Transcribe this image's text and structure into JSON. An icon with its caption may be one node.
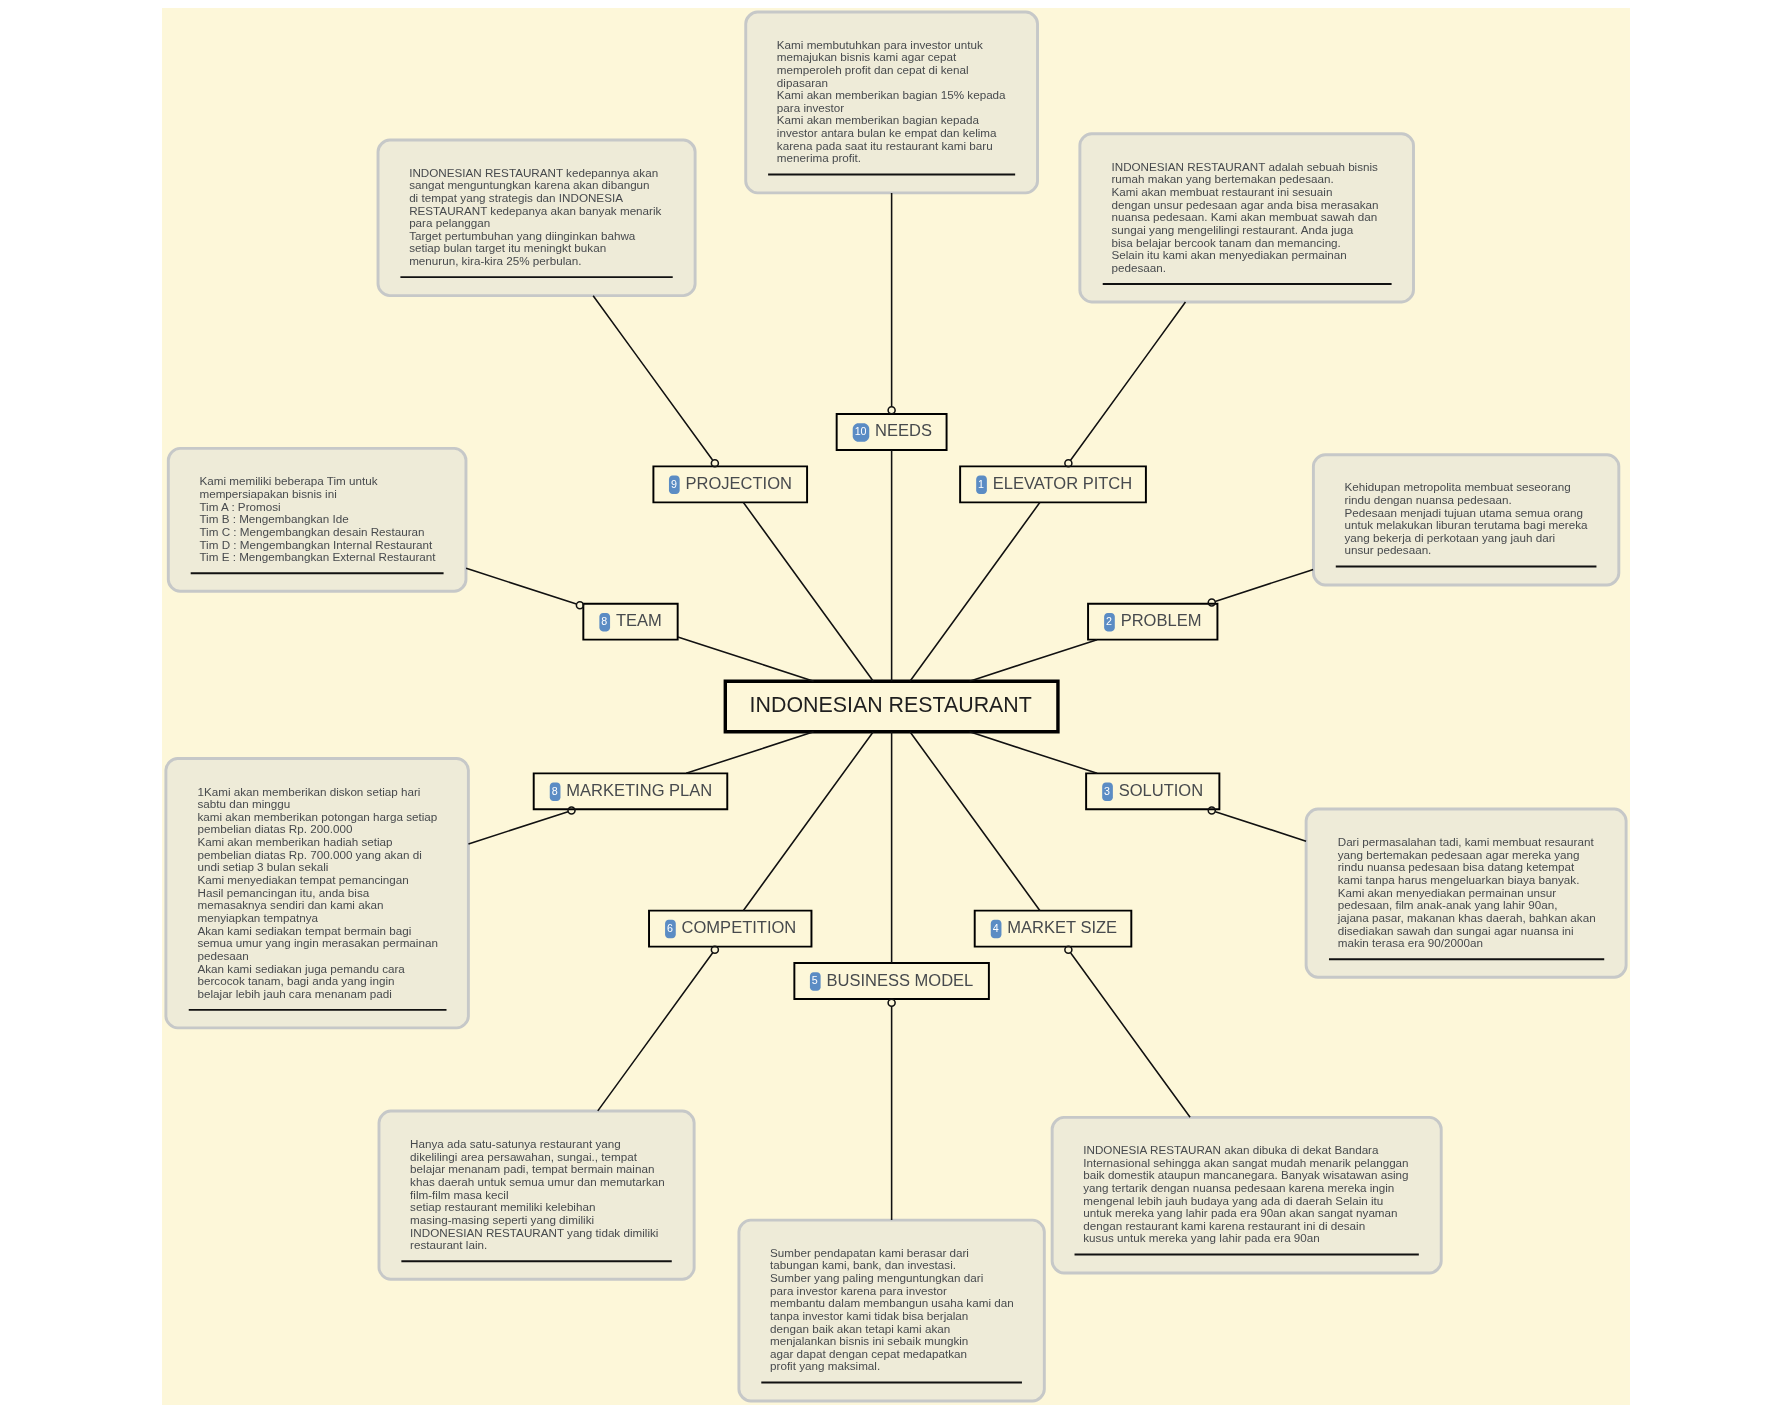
{
  "diagram": {
    "nodes": [
      {
        "text": [
          "INDONESIAN RESTAURANT"
        ]
      },
      {
        "text": [
          "1",
          "ELEVATOR PITCH"
        ]
      },
      {
        "text": [
          "INDONESIAN RESTAURANT adalah sebuah bisnis rumah makan yang bertemakan pedesaan.",
          "Kami akan membuat restaurant ini sesuain dengan unsur pedesaan agar anda bisa merasakan nuansa pedesaan. Kami akan membuat sawah dan sungai yang mengelilingi restaurant. Anda juga bisa belajar bercook tanam dan memancing. Selain itu kami akan menyediakan permainan pedesaan."
        ]
      },
      {
        "text": [
          "2",
          "PROBLEM"
        ]
      },
      {
        "text": [
          "Kehidupan metropolita membuat seseorang rindu dengan nuansa pedesaan.",
          "Pedesaan menjadi tujuan utama semua orang untuk melakukan liburan terutama bagi mereka yang bekerja di perkotaan yang jauh dari unsur pedesaan."
        ]
      },
      {
        "text": [
          "3",
          "SOLUTION"
        ]
      },
      {
        "text": [
          "Dari permasalahan tadi, kami membuat resaurant yang bertemakan pedesaan agar mereka yang rindu nuansa pedesaan bisa datang ketempat kami tanpa harus mengeluarkan biaya banyak.",
          "Kami akan menyediakan permainan unsur pedesaan, film anak-anak yang lahir 90an, jajana pasar, makanan khas daerah, bahkan akan disediakan sawah dan sungai agar nuansa ini makin terasa era 90/2000an"
        ]
      },
      {
        "text": [
          "4",
          "MARKET SIZE"
        ]
      },
      {
        "text": [
          "INDONESIA RESTAURAN akan dibuka di dekat Bandara Internasional sehingga akan sangat mudah menarik pelanggan baik domestik ataupun mancanegara. Banyak wisatawan asing yang tertarik dengan nuansa pedesaan karena mereka ingin mengenal lebih jauh budaya yang ada di daerah Selain itu untuk mereka yang lahir pada era 90an akan sangat nyaman dengan restaurant kami karena restaurant ini di desain kusus untuk mereka yang lahir pada era 90an"
        ]
      },
      {
        "text": [
          "5",
          "BUSINESS MODEL"
        ]
      },
      {
        "text": [
          "Sumber pendapatan kami berasar dari tabungan kami, bank, dan investasi.",
          "Sumber yang paling menguntungkan dari para investor karena para investor membantu dalam membangun usaha kami dan tanpa investor kami tidak bisa berjalan dengan baik akan tetapi kami akan menjalankan bisnis ini sebaik mungkin agar dapat dengan cepat medapatkan profit yang maksimal."
        ]
      },
      {
        "text": [
          "6",
          "COMPETITION"
        ]
      },
      {
        "text": [
          "Hanya ada satu-satunya restaurant yang dikelilingi area persawahan, sungai., tempat belajar menanam padi, tempat bermain mainan khas daerah untuk semua umur dan memutarkan film-film masa kecil",
          "setiap restaurant memiliki kelebihan masing-masing seperti yang dimiliki INDONESIAN RESTAURANT yang tidak dimiliki restaurant lain."
        ]
      },
      {
        "text": [
          "8",
          "MARKETING PLAN"
        ]
      },
      {
        "text": [
          "1Kami akan memberikan diskon setiap hari sabtu dan minggu",
          "kami akan memberikan potongan harga setiap pembelian diatas Rp. 200.000",
          "Kami akan memberikan hadiah setiap pembelian diatas Rp. 700.000 yang akan di undi setiap 3 bulan sekali",
          "Kami menyediakan tempat pemancingan",
          "Hasil pemancingan itu, anda bisa memasaknya sendiri dan kami akan menyiapkan tempatnya",
          "Akan kami sediakan tempat bermain bagi semua umur yang ingin merasakan permainan pedesaan",
          "Akan kami sediakan juga pemandu cara bercocok tanam, bagi anda yang ingin belajar lebih jauh cara menanam padi"
        ]
      },
      {
        "text": [
          "8",
          "TEAM"
        ]
      },
      {
        "text": [
          "Kami memiliki beberapa Tim untuk mempersiapakan bisnis ini",
          "Tim A : Promosi",
          "Tim B : Mengembangkan Ide",
          "Tim C : Mengembangkan desain Restauran",
          "Tim D : Mengembangkan Internal Restaurant",
          "Tim E : Mengembangkan External Restaurant"
        ]
      },
      {
        "text": [
          "9",
          "PROJECTION"
        ]
      },
      {
        "text": [
          "INDONESIAN RESTAURANT kedepannya akan sangat menguntungkan karena akan dibangun di tempat yang strategis dan INDONESIA RESTAURANT kedepanya akan banyak menarik para pelanggan",
          "Target pertumbuhan yang diinginkan bahwa setiap bulan target itu meningkt bukan menurun, kira-kira 25% perbulan."
        ]
      },
      {
        "text": [
          "10",
          "NEEDS"
        ]
      },
      {
        "text": [
          "Kami membutuhkan para investor untuk memajukan bisnis kami agar cepat memperoleh profit dan cepat di kenal dipasaran",
          "Kami akan memberikan bagian 15% kepada para investor",
          "Kami akan memberikan bagian kepada investor antara bulan ke empat dan kelima karena pada saat itu restaurant kami baru menerima profit."
        ]
      }
    ],
    "edges": [
      {
        "from": 0,
        "to": 1,
        "arrow": "none"
      },
      {
        "from": 1,
        "to": 2,
        "arrow": "other"
      },
      {
        "from": 0,
        "to": 3,
        "arrow": "none"
      },
      {
        "from": 3,
        "to": 4,
        "arrow": "other"
      },
      {
        "from": 0,
        "to": 5,
        "arrow": "none"
      },
      {
        "from": 5,
        "to": 6,
        "arrow": "other"
      },
      {
        "from": 0,
        "to": 7,
        "arrow": "none"
      },
      {
        "from": 7,
        "to": 8,
        "arrow": "other"
      },
      {
        "from": 0,
        "to": 9,
        "arrow": "none"
      },
      {
        "from": 9,
        "to": 10,
        "arrow": "other"
      },
      {
        "from": 0,
        "to": 11,
        "arrow": "none"
      },
      {
        "from": 11,
        "to": 12,
        "arrow": "other"
      },
      {
        "from": 0,
        "to": 13,
        "arrow": "none"
      },
      {
        "from": 13,
        "to": 14,
        "arrow": "other"
      },
      {
        "from": 0,
        "to": 15,
        "arrow": "none"
      },
      {
        "from": 15,
        "to": 16,
        "arrow": "other"
      },
      {
        "from": 0,
        "to": 17,
        "arrow": "none"
      },
      {
        "from": 17,
        "to": 18,
        "arrow": "other"
      },
      {
        "from": 0,
        "to": 19,
        "arrow": "none"
      },
      {
        "from": 19,
        "to": 20,
        "arrow": "other"
      }
    ]
  }
}
